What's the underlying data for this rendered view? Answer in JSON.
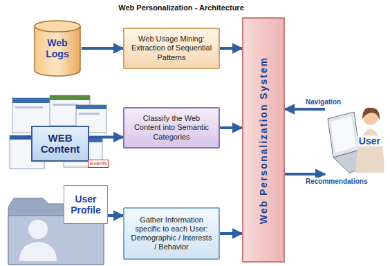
{
  "diagram": {
    "title": "Web Personalization - Architecture",
    "nodes": [
      {
        "text": [
          "Web Logs"
        ]
      },
      {
        "text": [
          "Web Usage Mining: Extraction of Sequential Patterns"
        ]
      },
      {
        "text": [
          "WEB Content"
        ]
      },
      {
        "text": [
          "Classify the Web Content into Semantic Categories"
        ]
      },
      {
        "text": [
          "User Profile"
        ]
      },
      {
        "text": [
          "Gather Information specific to each User: Demographic / Interests / Behavior"
        ]
      },
      {
        "text": [
          "Web Personalization System"
        ]
      },
      {
        "text": [
          "User"
        ]
      }
    ],
    "edges": [
      {
        "from": 0,
        "to": 1,
        "arrow": "to"
      },
      {
        "from": 2,
        "to": 3,
        "arrow": "to"
      },
      {
        "from": 4,
        "to": 5,
        "arrow": "to"
      },
      {
        "from": 1,
        "to": 6,
        "arrow": "to"
      },
      {
        "from": 3,
        "to": 6,
        "arrow": "to"
      },
      {
        "from": 5,
        "to": 6,
        "arrow": "to"
      },
      {
        "from": 7,
        "to": 6,
        "label": "Navigation",
        "arrow": "to"
      },
      {
        "from": 6,
        "to": 7,
        "label": "Recommendations",
        "arrow": "to"
      }
    ],
    "labels": [
      "Events"
    ]
  }
}
